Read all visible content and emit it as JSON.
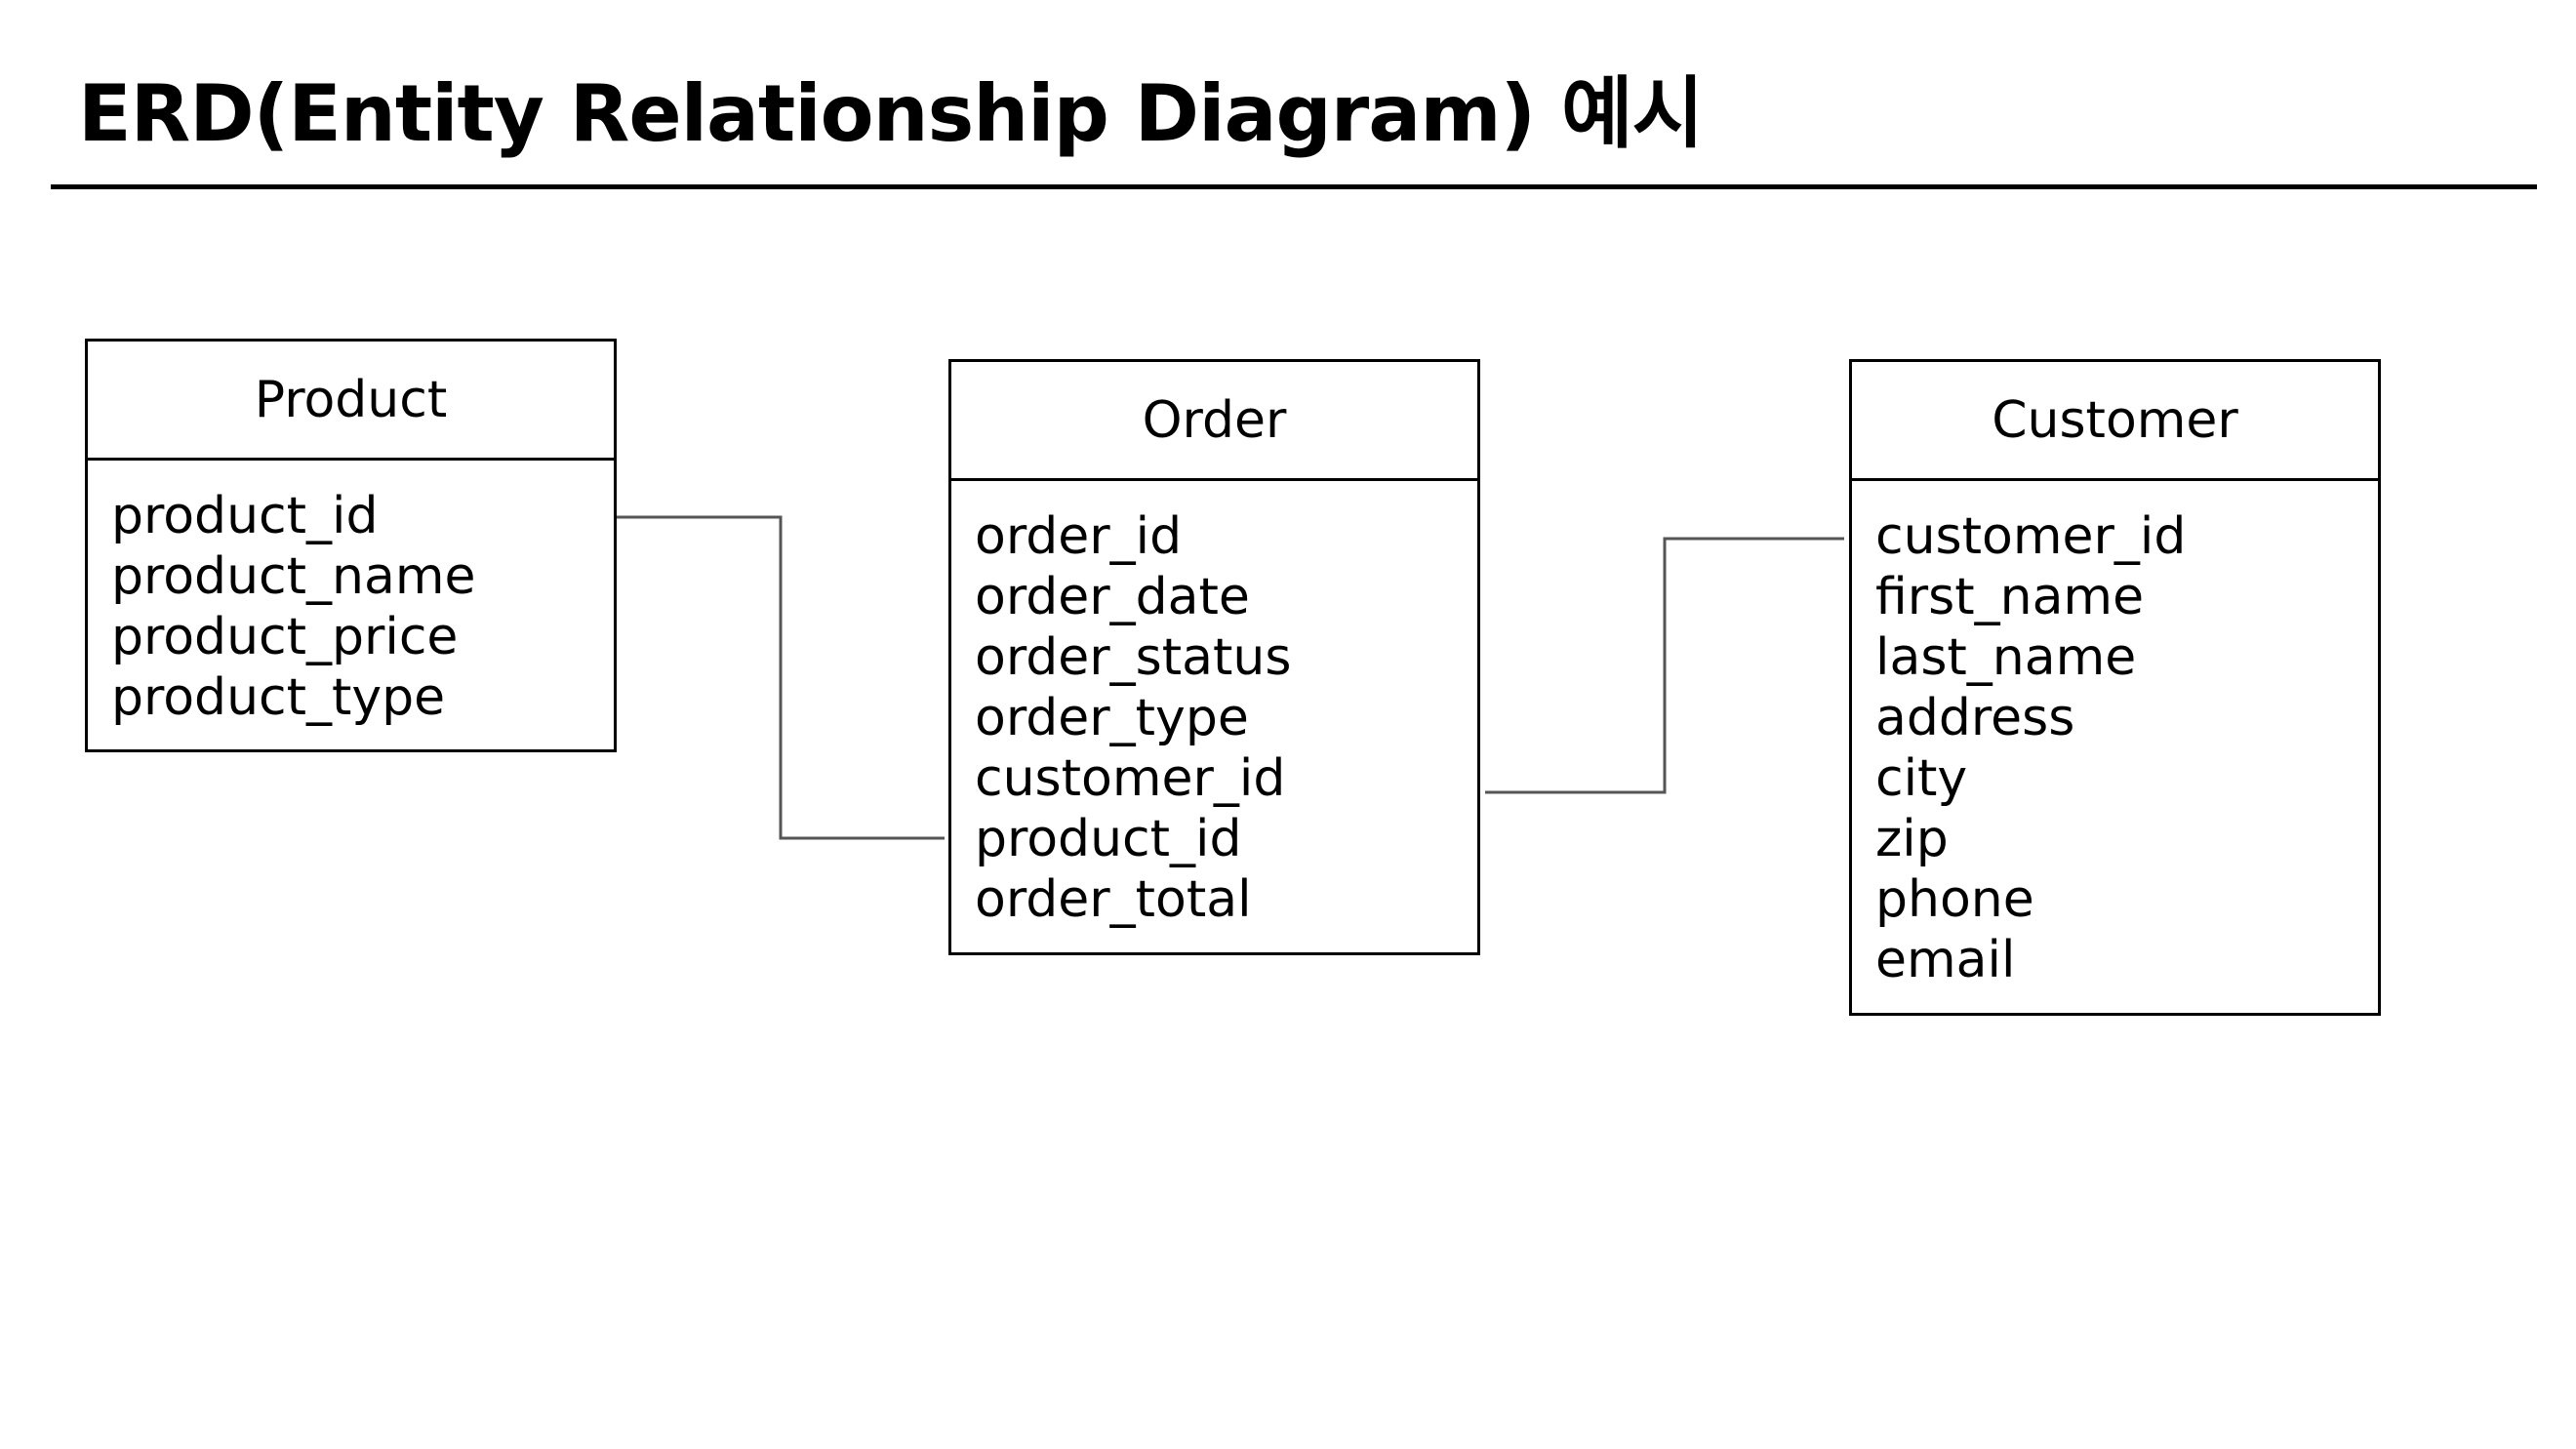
{
  "page": {
    "title": "ERD(Entity Relationship Diagram) 예시"
  },
  "entities": {
    "product": {
      "name": "Product",
      "attributes": [
        "product_id",
        "product_name",
        "product_price",
        "product_type"
      ]
    },
    "order": {
      "name": "Order",
      "attributes": [
        "order_id",
        "order_date",
        "order_status",
        "order_type",
        "customer_id",
        "product_id",
        "order_total"
      ]
    },
    "customer": {
      "name": "Customer",
      "attributes": [
        "customer_id",
        "first_name",
        "last_name",
        "address",
        "city",
        "zip",
        "phone",
        "email"
      ]
    }
  },
  "colors": {
    "border": "#000000",
    "connector": "#555555",
    "background": "#ffffff"
  }
}
